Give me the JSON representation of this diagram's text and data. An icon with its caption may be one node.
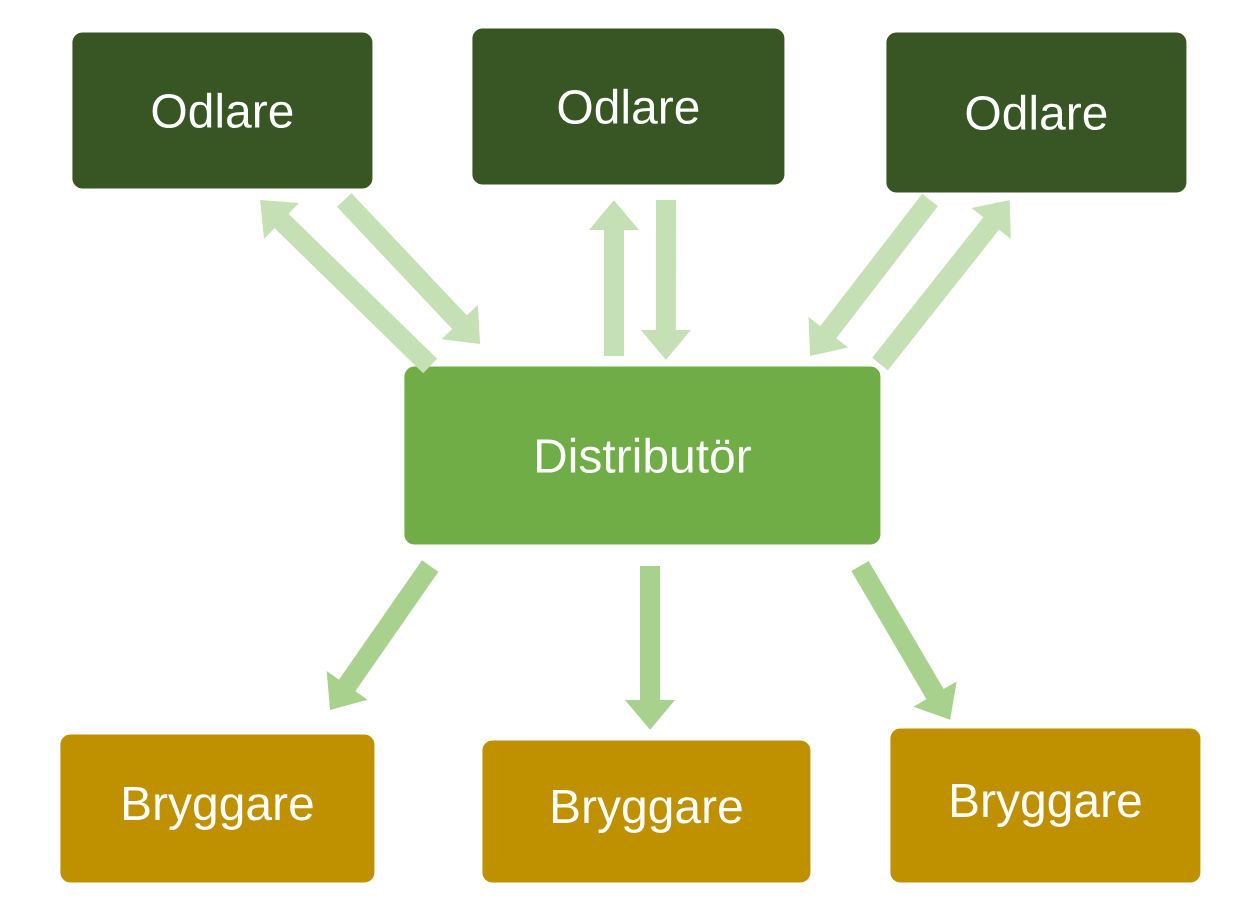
{
  "diagram": {
    "nodes": [
      {
        "text": [
          "Odlare"
        ]
      },
      {
        "text": [
          "Odlare"
        ]
      },
      {
        "text": [
          "Odlare"
        ]
      },
      {
        "text": [
          "Distributör"
        ]
      },
      {
        "text": [
          "Bryggare"
        ]
      },
      {
        "text": [
          "Bryggare"
        ]
      },
      {
        "text": [
          "Bryggare"
        ]
      }
    ],
    "edges": [
      {
        "from": 3,
        "to": 0,
        "arrow": "to"
      },
      {
        "from": 0,
        "to": 3,
        "arrow": "to"
      },
      {
        "from": 3,
        "to": 1,
        "arrow": "to"
      },
      {
        "from": 1,
        "to": 3,
        "arrow": "to"
      },
      {
        "from": 2,
        "to": 3,
        "arrow": "to"
      },
      {
        "from": 3,
        "to": 2,
        "arrow": "to"
      },
      {
        "from": 3,
        "to": 4,
        "arrow": "to",
        "color": "#a9d18e"
      },
      {
        "from": 3,
        "to": 5,
        "arrow": "to",
        "color": "#a9d18e"
      },
      {
        "from": 3,
        "to": 6,
        "arrow": "to",
        "color": "#a9d18e"
      }
    ]
  }
}
